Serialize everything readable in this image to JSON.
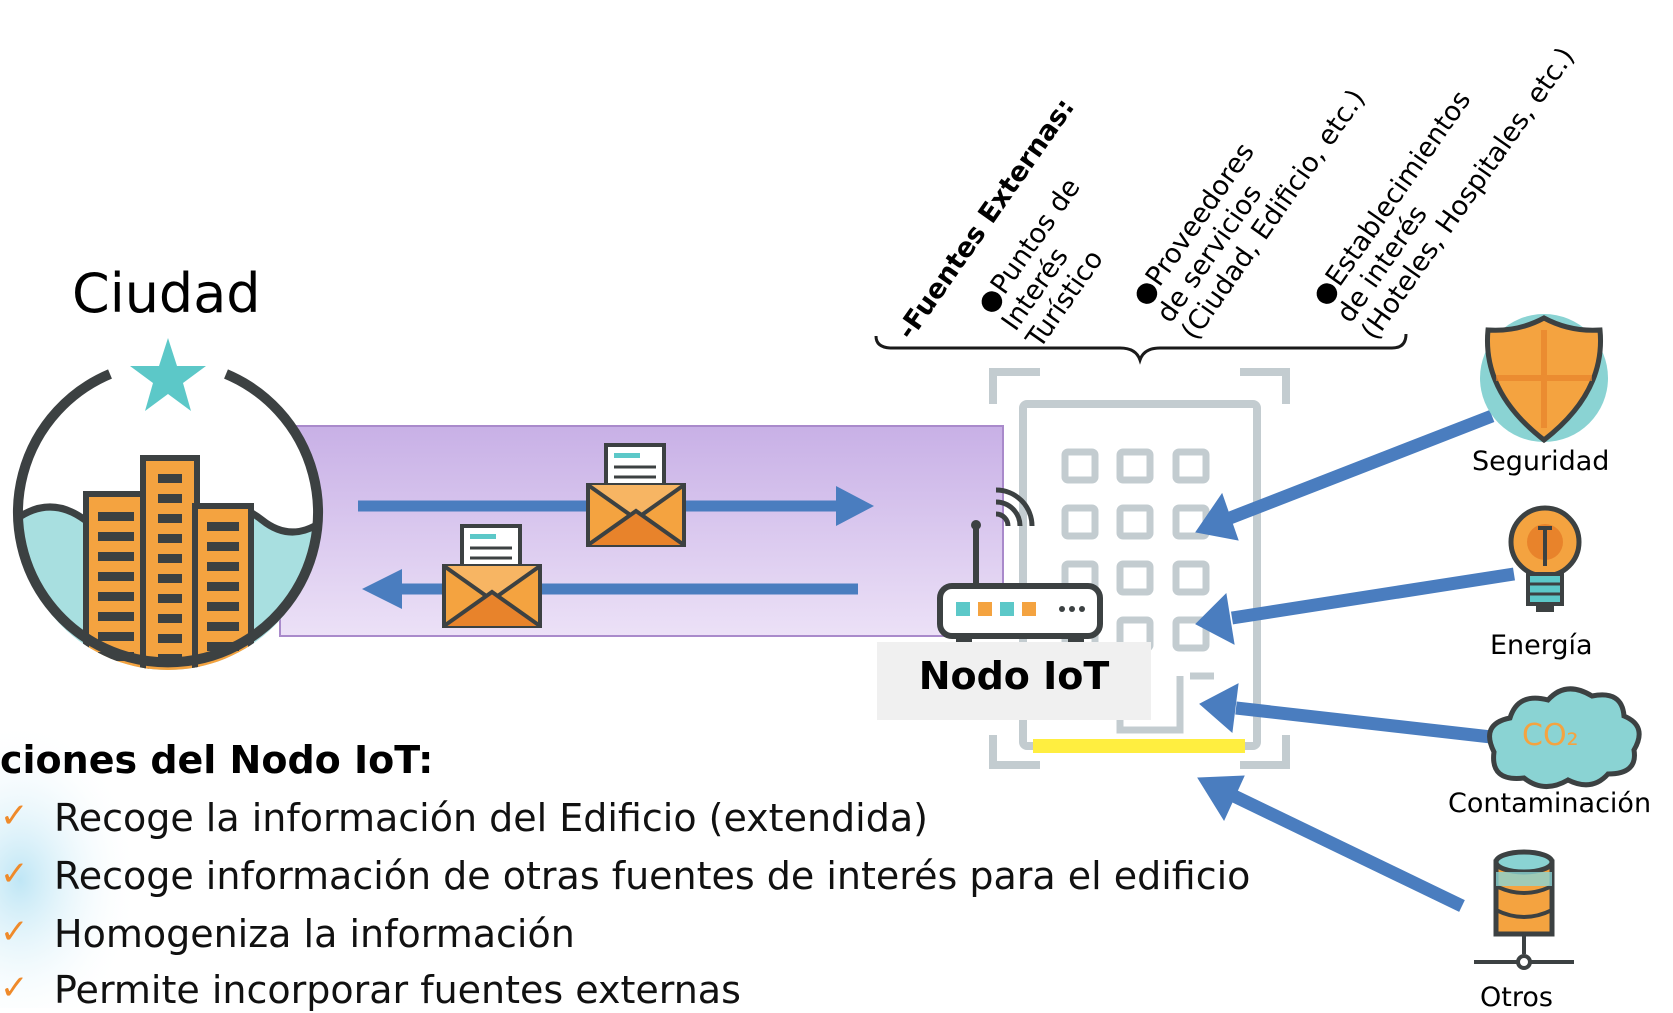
{
  "city": {
    "title": "Ciudad"
  },
  "node": {
    "label": "Nodo IoT"
  },
  "external_sources": {
    "header": "-Fuentes Externas:",
    "items": [
      {
        "lines": [
          "●Puntos de",
          "Interés",
          "Turístico"
        ]
      },
      {
        "lines": [
          "●Proveedores",
          "de servicios",
          "(Ciudad, Edificio, etc.)"
        ]
      },
      {
        "lines": [
          "●Establecimientos",
          "de interés",
          "(Hoteles, Hospitales, etc.)"
        ]
      }
    ]
  },
  "sources": [
    {
      "label": "Seguridad",
      "icon": "shield-icon"
    },
    {
      "label": "Energía",
      "icon": "lightbulb-icon"
    },
    {
      "label": "Contaminación",
      "icon": "co2-cloud-icon",
      "icon_text": "CO₂"
    },
    {
      "label": "Otros",
      "icon": "database-icon"
    }
  ],
  "functions": {
    "title": "ciones del Nodo IoT:",
    "items": [
      "Recoge la información del Edificio (extendida)",
      "Recoge información de otras fuentes de interés para el edificio",
      "Homogeniza la información",
      "Permite incorporar fuentes externas"
    ]
  },
  "colors": {
    "arrow": "#4a7dbf",
    "orange": "#f4a340",
    "teal": "#5cc8c8",
    "channel": "#d9c8ee",
    "building": "#c3ccd0"
  }
}
